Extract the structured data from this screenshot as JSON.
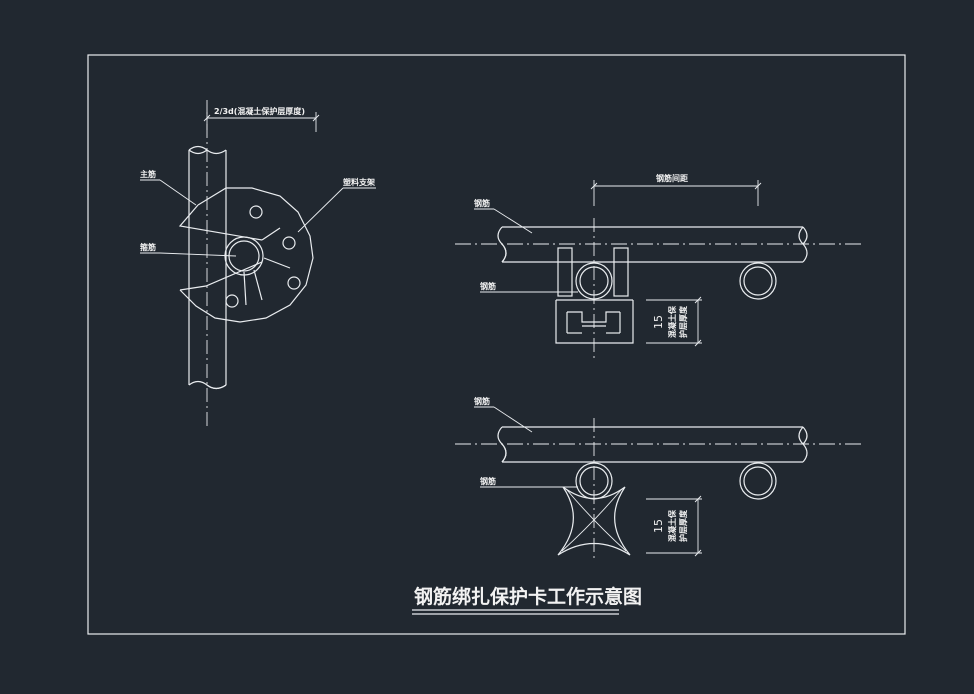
{
  "background": "#212830",
  "stroke_color": "#e9ecef",
  "left_detail": {
    "dimension_label": "2/3d(混凝土保护层厚度)",
    "main_bar_label": "主筋",
    "stirrup_label": "箍筋",
    "card_label": "塑料支架"
  },
  "top_right_detail": {
    "spacing_label": "钢筋间距",
    "bar_label": "钢筋",
    "lower_bar_label": "钢筋",
    "cover_value": "15",
    "cover_label_line1": "混凝土保",
    "cover_label_line2": "护层厚度"
  },
  "bottom_right_detail": {
    "bar_label": "钢筋",
    "lower_bar_label": "钢筋",
    "cover_value": "15",
    "cover_label_line1": "混凝土保",
    "cover_label_line2": "护层厚度"
  },
  "title": "钢筋绑扎保护卡工作示意图"
}
